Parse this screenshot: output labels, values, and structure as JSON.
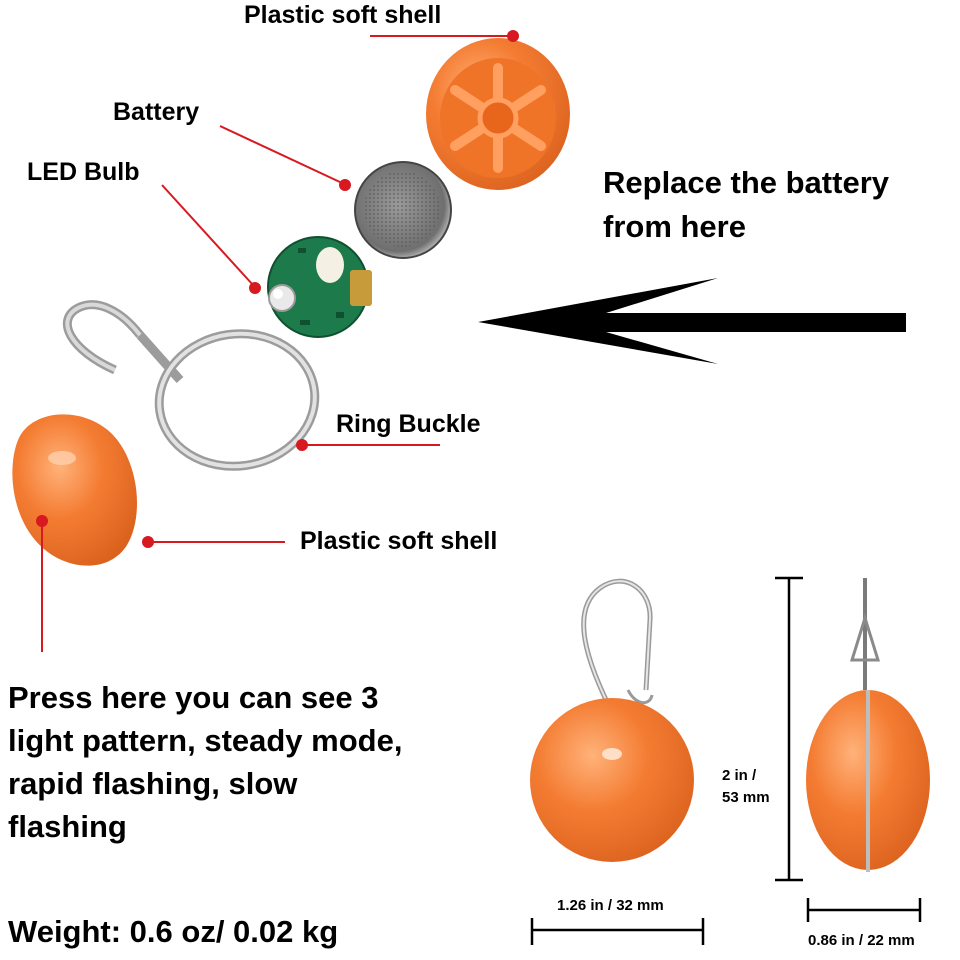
{
  "labels": {
    "top_shell": "Plastic soft shell",
    "battery": "Battery",
    "led_bulb": "LED Bulb",
    "ring_buckle": "Ring Buckle",
    "bottom_shell": "Plastic soft shell"
  },
  "callout": {
    "line1": "Replace the battery",
    "line2": "from here"
  },
  "instructions": {
    "line1": "Press here you can see 3",
    "line2": "light pattern, steady mode,",
    "line3": "rapid flashing, slow",
    "line4": "flashing"
  },
  "weight": "Weight: 0.6 oz/ 0.02 kg",
  "dimensions": {
    "height": "2 in /\n53 mm",
    "height_line1": "2 in /",
    "height_line2": "53 mm",
    "width": "1.26 in / 32 mm",
    "depth": "0.86 in / 22 mm"
  },
  "colors": {
    "shell_orange": "#f47c32",
    "leader_red": "#d71920",
    "pcb_green": "#1d7a4a",
    "metal": "#b8b8b8"
  },
  "icons": [
    "arrow-left-icon"
  ]
}
